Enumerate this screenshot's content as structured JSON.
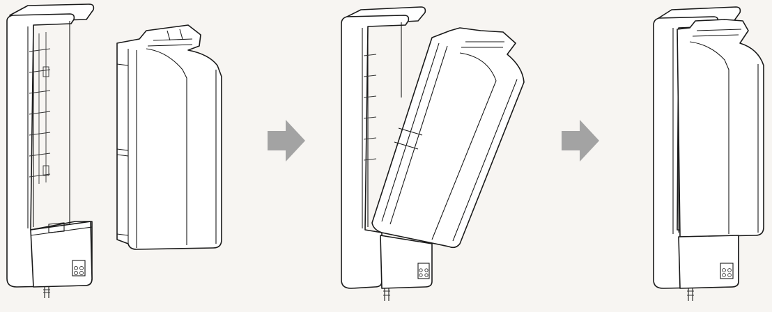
{
  "diagram": {
    "kind": "installation-steps",
    "steps": [
      {
        "id": "step-1",
        "description_icon": "holder-and-battery-separate"
      },
      {
        "id": "step-2",
        "description_icon": "battery-tilting-into-holder"
      },
      {
        "id": "step-3",
        "description_icon": "battery-mounted-in-holder"
      }
    ],
    "arrow_color": "#a3a3a3",
    "line_color": "#1a1a1a",
    "background_color": "#f7f5f2"
  }
}
